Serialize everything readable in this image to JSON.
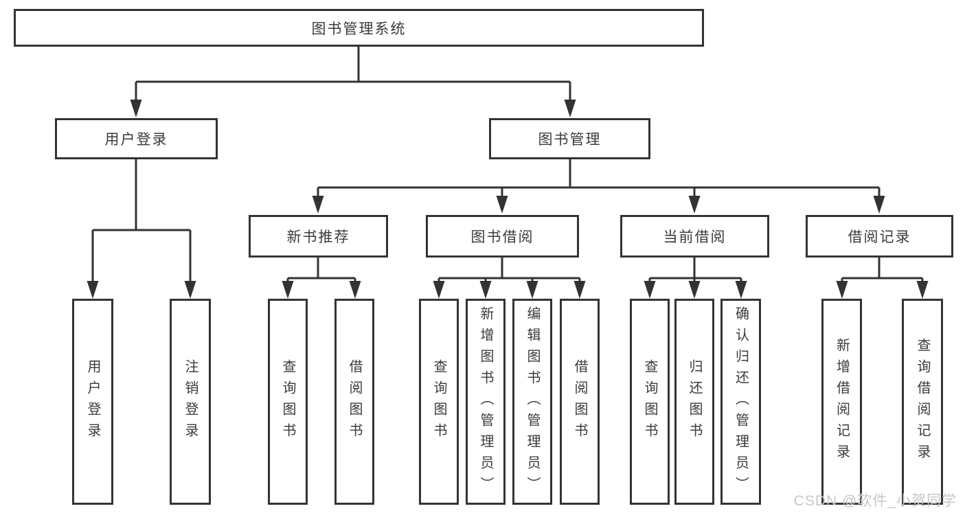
{
  "colors": {
    "line": "#333333",
    "box_border": "#333333",
    "text": "#3a3a3a",
    "watermark": "#c6c6c6",
    "background": "#ffffff"
  },
  "watermark": "CSDN @软件_小贺同学",
  "tree": {
    "root": {
      "label": "图书管理系统",
      "children": [
        {
          "label": "用户登录",
          "children": [
            {
              "label": "用户登录"
            },
            {
              "label": "注销登录"
            }
          ]
        },
        {
          "label": "图书管理",
          "children": [
            {
              "label": "新书推荐",
              "children": [
                {
                  "label": "查询图书"
                },
                {
                  "label": "借阅图书"
                }
              ]
            },
            {
              "label": "图书借阅",
              "children": [
                {
                  "label": "查询图书"
                },
                {
                  "label": "新增图书（管理员）"
                },
                {
                  "label": "编辑图书（管理员）"
                },
                {
                  "label": "借阅图书"
                }
              ]
            },
            {
              "label": "当前借阅",
              "children": [
                {
                  "label": "查询图书"
                },
                {
                  "label": "归还图书"
                },
                {
                  "label": "确认归还（管理员）"
                }
              ]
            },
            {
              "label": "借阅记录",
              "children": [
                {
                  "label": "新增借阅记录"
                },
                {
                  "label": "查询借阅记录"
                }
              ]
            }
          ]
        }
      ]
    }
  }
}
